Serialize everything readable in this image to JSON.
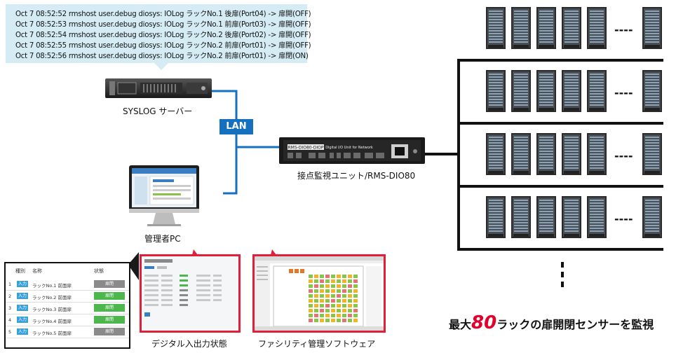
{
  "syslog": {
    "lines": [
      "Oct  7 08:52:52 rmshost user.debug diosys: IOLog ラックNo.1 後扉(Port04) -> 扉開(OFF)",
      "Oct  7 08:52:53 rmshost user.debug diosys: IOLog ラックNo.1 前扉(Port03) -> 扉開(OFF)",
      "Oct  7 08:52:54 rmshost user.debug diosys: IOLog ラックNo.2 後扉(Port02) -> 扉開(OFF)",
      "Oct  7 08:52:55 rmshost user.debug diosys: IOLog ラックNo.2 前扉(Port01) -> 扉開(OFF)",
      "Oct  7 08:52:56 rmshost user.debug diosys: IOLog ラックNo.2 前扉(Port01) -> 扉閉(ON)"
    ]
  },
  "labels": {
    "syslog_server": "SYSLOG サーバー",
    "lan": "LAN",
    "unit": "接点監視ユニット/RMS-DIO80",
    "admin_pc": "管理者PC",
    "digital_io": "デジタル入出力状態",
    "facility": "ファシリティ管理ソフトウェア",
    "device_model": "RMS-DIO80-DIOP",
    "device_desc": "Digital I/O Unit for Network"
  },
  "tagline": {
    "prefix": "最大",
    "number": "80",
    "suffix": "ラックの扉開閉センサーを監視"
  },
  "rack_rows": [
    {
      "racks": 5,
      "ellipsis": "----"
    },
    {
      "racks": 5,
      "ellipsis": "----"
    },
    {
      "racks": 5,
      "ellipsis": "----"
    },
    {
      "racks": 5,
      "ellipsis": "----"
    }
  ],
  "status_panel": {
    "headers": {
      "type": "種別",
      "name": "名称",
      "state": "状態"
    },
    "rows": [
      {
        "num": "1",
        "type": "入力",
        "name": "ラックNo.1 前面扉",
        "state": "扉閉"
      },
      {
        "num": "2",
        "type": "入力",
        "name": "ラックNo.2 前面扉",
        "state": "扉閉"
      },
      {
        "num": "3",
        "type": "入力",
        "name": "ラックNo.3 前面扉",
        "state": "扉閉"
      },
      {
        "num": "4",
        "type": "入力",
        "name": "ラックNo.4 前面扉",
        "state": "扉閉"
      },
      {
        "num": "5",
        "type": "入力",
        "name": "ラックNo.5 前面扉",
        "state": "扉閉"
      }
    ],
    "state_colors": [
      "#8a8a8a",
      "#4cb74c",
      "#4cb74c",
      "#4cb74c",
      "#8a8a8a"
    ]
  },
  "colors": {
    "lan_line": "#1570c0",
    "rack_bus": "#111111",
    "accent_red": "#e4002b",
    "bubble_bg": "#d5ecf5"
  }
}
